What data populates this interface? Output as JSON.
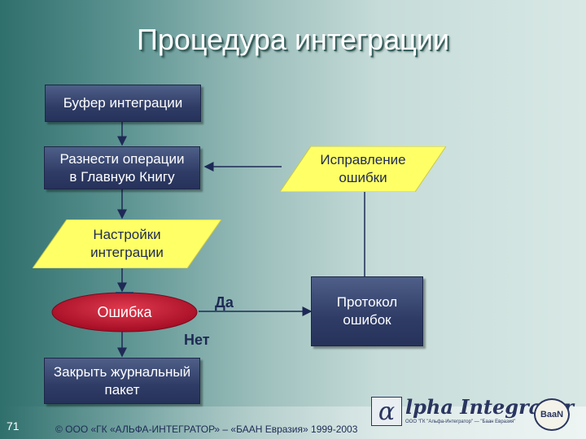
{
  "title": "Процедура интеграции",
  "nodes": {
    "buffer": "Буфер интеграции",
    "post_line1": "Разнести операции",
    "post_line2": "в Главную Книгу",
    "fix_line1": "Исправление",
    "fix_line2": "ошибки",
    "settings_line1": "Настройки",
    "settings_line2": "интеграции",
    "error": "Ошибка",
    "yes": "Да",
    "no": "Нет",
    "log_line1": "Протокол",
    "log_line2": "ошибок",
    "close_line1": "Закрыть журнальный",
    "close_line2": "пакет"
  },
  "footer": {
    "page_number": "71",
    "copyright": "© ООО «ГК «АЛЬФА-ИНТЕГРАТОР» – «БААН Евразия» 1999-2003"
  },
  "logo": {
    "alpha": "α",
    "wordmark": "lpha Integrator",
    "subtitle": "ООО \"ГК \"Альфа-Интегратор\" — \"Баан Евразия\"",
    "seal": "BaaN"
  },
  "colors": {
    "box_fill": "#2f3c66",
    "para_fill": "#ffff66",
    "oval_fill": "#c8102e",
    "line": "#1e2a55"
  }
}
